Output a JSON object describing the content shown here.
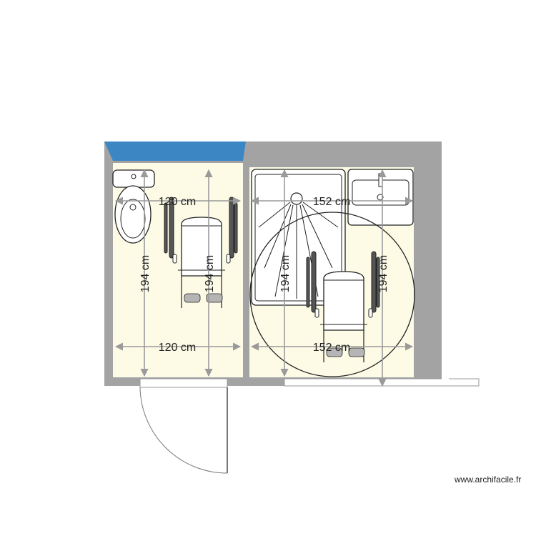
{
  "plan": {
    "colors": {
      "wall": "#a3a3a3",
      "floor": "#fdfbe6",
      "window": "#3c86c4",
      "dimension_line": "#9a9a9a",
      "fixture_stroke": "#222222"
    },
    "rooms": [
      {
        "name": "toilet",
        "width_label": "120 cm",
        "height_label": "194 cm",
        "fixtures": [
          "toilet",
          "wheelchair-turning-space"
        ]
      },
      {
        "name": "shower-room",
        "width_label": "152 cm",
        "height_label": "194 cm",
        "fixtures": [
          "shower-tray",
          "washbasin",
          "wheelchair-turning-circle"
        ]
      }
    ],
    "doors": [
      "toilet-door",
      "shower-room-opening"
    ],
    "window": "window-top-left"
  },
  "labels": {
    "toilet_width_top": "120 cm",
    "toilet_width_bottom": "120 cm",
    "toilet_height_left": "194 cm",
    "toilet_height_right": "194 cm",
    "shower_width_top": "152 cm",
    "shower_width_bottom": "152 cm",
    "shower_height_left": "194 cm",
    "shower_height_right": "194 cm"
  },
  "credit": "www.archifacile.fr"
}
